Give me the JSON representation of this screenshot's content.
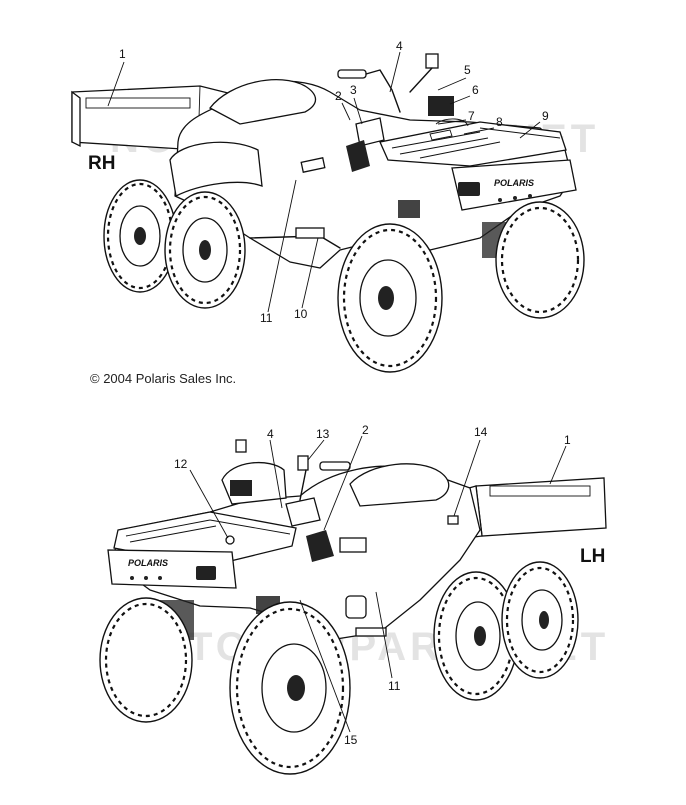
{
  "copyright": "© 2004 Polaris Sales Inc.",
  "colors": {
    "line": "#111111",
    "background": "#ffffff",
    "watermark": "#d9d9d9"
  },
  "watermark_top": "NOTOCARPARTS.NET",
  "watermark_bottom": "NOTOCARPARTS.NET",
  "views": [
    {
      "side": "RH",
      "callouts": [
        "1",
        "2",
        "3",
        "4",
        "5",
        "6",
        "7",
        "8",
        "9",
        "10",
        "11"
      ]
    },
    {
      "side": "LH",
      "callouts": [
        "1",
        "2",
        "4",
        "11",
        "12",
        "13",
        "14",
        "15"
      ]
    }
  ],
  "decal_texts": {
    "brand": "POLARIS"
  }
}
